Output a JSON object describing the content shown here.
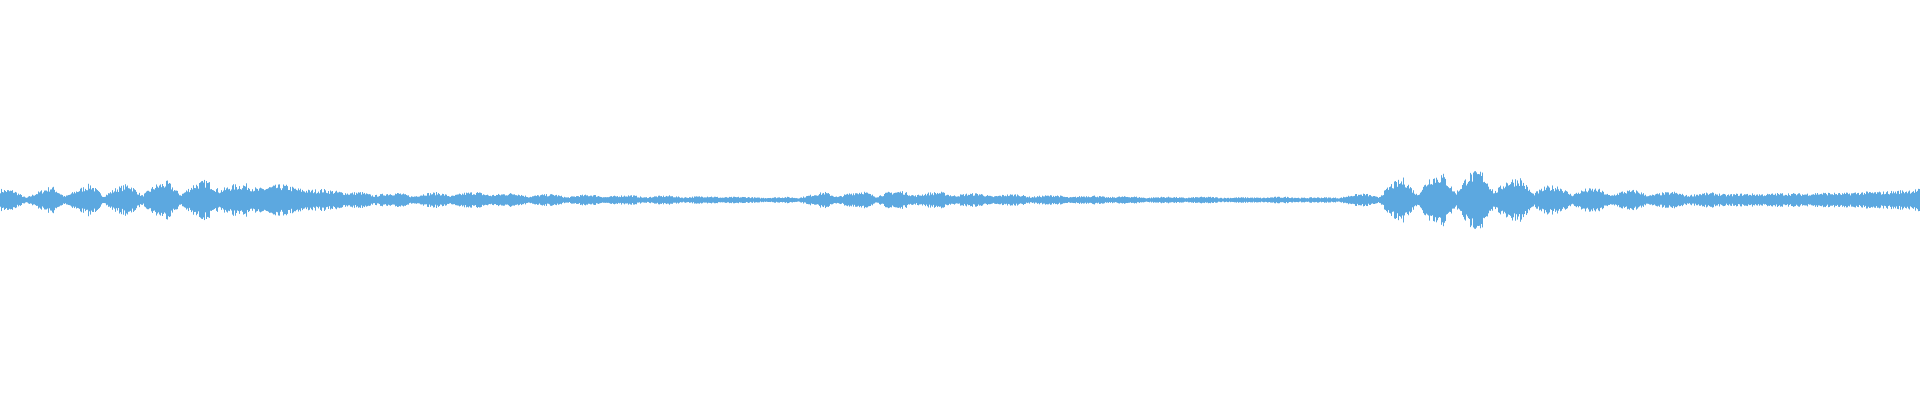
{
  "waveform": {
    "color": "#5ca8e0",
    "background": "#ffffff",
    "amplitude_envelope": [
      0.24,
      0.22,
      0.05,
      0.19,
      0.31,
      0.08,
      0.23,
      0.36,
      0.09,
      0.27,
      0.36,
      0.1,
      0.33,
      0.41,
      0.12,
      0.35,
      0.44,
      0.22,
      0.33,
      0.36,
      0.25,
      0.31,
      0.34,
      0.26,
      0.22,
      0.24,
      0.2,
      0.16,
      0.18,
      0.1,
      0.15,
      0.16,
      0.08,
      0.15,
      0.17,
      0.09,
      0.16,
      0.18,
      0.11,
      0.14,
      0.16,
      0.08,
      0.12,
      0.13,
      0.06,
      0.11,
      0.12,
      0.07,
      0.1,
      0.11,
      0.06,
      0.09,
      0.1,
      0.06,
      0.08,
      0.09,
      0.06,
      0.07,
      0.07,
      0.05,
      0.06,
      0.07,
      0.05,
      0.12,
      0.18,
      0.07,
      0.16,
      0.2,
      0.08,
      0.18,
      0.2,
      0.1,
      0.16,
      0.18,
      0.1,
      0.14,
      0.15,
      0.08,
      0.12,
      0.13,
      0.07,
      0.1,
      0.11,
      0.06,
      0.09,
      0.1,
      0.06,
      0.08,
      0.08,
      0.05,
      0.07,
      0.07,
      0.05,
      0.07,
      0.07,
      0.05,
      0.06,
      0.06,
      0.05,
      0.07,
      0.07,
      0.05,
      0.06,
      0.06,
      0.05,
      0.12,
      0.14,
      0.06,
      0.36,
      0.48,
      0.12,
      0.52,
      0.58,
      0.16,
      0.58,
      0.64,
      0.18,
      0.44,
      0.5,
      0.14,
      0.3,
      0.32,
      0.12,
      0.24,
      0.26,
      0.1,
      0.2,
      0.22,
      0.1,
      0.16,
      0.18,
      0.1,
      0.15,
      0.16,
      0.12,
      0.14,
      0.14,
      0.13,
      0.15,
      0.15,
      0.14,
      0.16,
      0.16,
      0.15,
      0.17,
      0.18,
      0.18,
      0.2,
      0.22,
      0.24
    ]
  }
}
